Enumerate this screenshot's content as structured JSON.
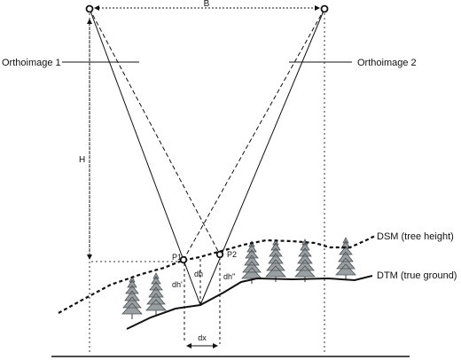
{
  "labels": {
    "baseline": "B",
    "ortho1": "Orthoimage 1",
    "ortho2": "Orthoimage 2",
    "height": "H",
    "p1": "P1",
    "p2": "P2",
    "dh_left": "dh'",
    "dh_center": "dh",
    "dh_right": "dh''",
    "dx": "dx",
    "dsm": "DSM (tree height)",
    "dtm": "DTM (true ground)"
  }
}
